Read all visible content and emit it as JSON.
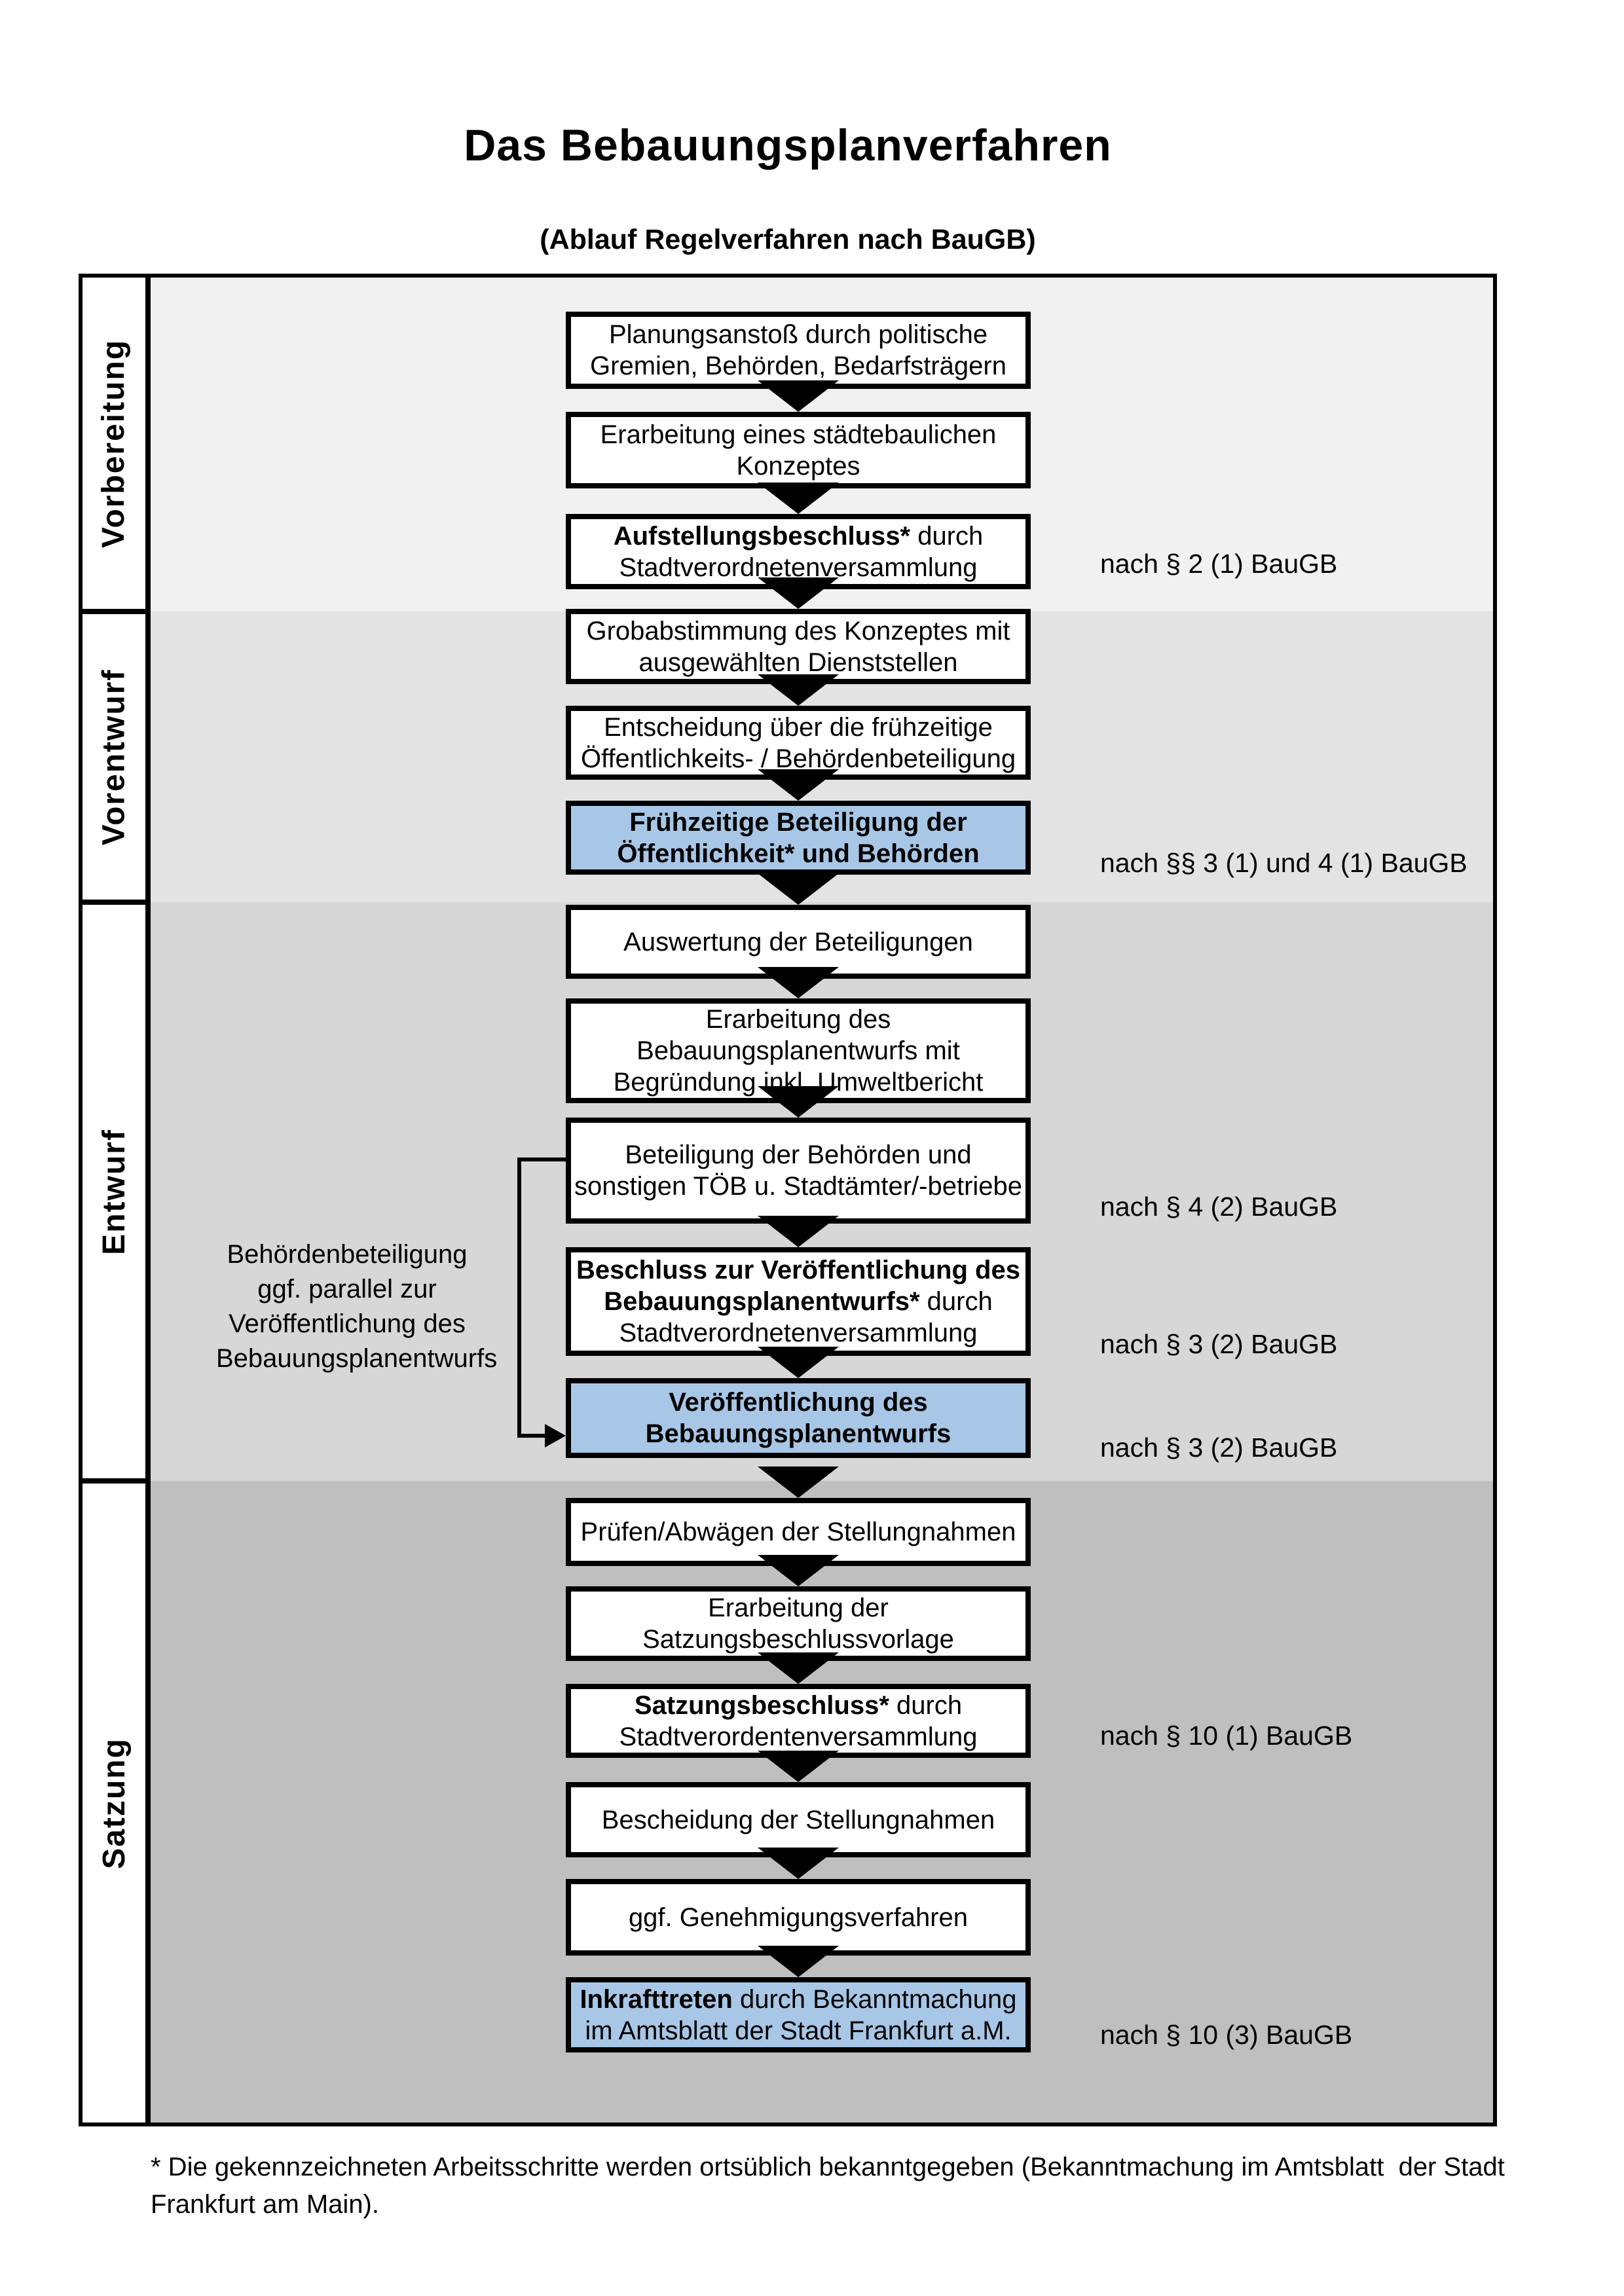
{
  "page_title": "Das Bebauungsplanverfahren",
  "subtitle": "(Ablauf Regelverfahren nach BauGB)",
  "phases": [
    {
      "label": "Vorbereitung",
      "background": "#f1f1f1"
    },
    {
      "label": "Vorentwurf",
      "background": "#e3e3e3"
    },
    {
      "label": "Entwurf",
      "background": "#d7d7d7"
    },
    {
      "label": "Satzung",
      "background": "#bfbfbf"
    }
  ],
  "colors": {
    "highlight_box": "#a8c7e7",
    "box_background": "#ffffff",
    "box_border": "#000000",
    "arrow": "#000000"
  },
  "flow": {
    "boxes": [
      {
        "id": "b1",
        "phase": "Vorbereitung",
        "variant": "white",
        "lines": [
          [
            {
              "text": "Planungsanstoß durch politische",
              "bold": false
            }
          ],
          [
            {
              "text": "Gremien, Behörden, Bedarfsträgern",
              "bold": false
            }
          ]
        ]
      },
      {
        "id": "b2",
        "phase": "Vorbereitung",
        "variant": "white",
        "lines": [
          [
            {
              "text": "Erarbeitung eines städtebaulichen",
              "bold": false
            }
          ],
          [
            {
              "text": "Konzeptes",
              "bold": false
            }
          ]
        ]
      },
      {
        "id": "b3",
        "phase": "Vorbereitung",
        "variant": "white",
        "lines": [
          [
            {
              "text": "Aufstellungsbeschluss*",
              "bold": true
            },
            {
              "text": " durch",
              "bold": false
            }
          ],
          [
            {
              "text": "Stadtverordnetenversammlung",
              "bold": false
            }
          ]
        ]
      },
      {
        "id": "b4",
        "phase": "Vorentwurf",
        "variant": "white",
        "lines": [
          [
            {
              "text": "Grobabstimmung des Konzeptes mit",
              "bold": false
            }
          ],
          [
            {
              "text": "ausgewählten Dienststellen",
              "bold": false
            }
          ]
        ]
      },
      {
        "id": "b5",
        "phase": "Vorentwurf",
        "variant": "white",
        "lines": [
          [
            {
              "text": "Entscheidung über die frühzeitige",
              "bold": false
            }
          ],
          [
            {
              "text": "Öffentlichkeits- / Behördenbeteiligung",
              "bold": false
            }
          ]
        ]
      },
      {
        "id": "b6",
        "phase": "Vorentwurf",
        "variant": "blue",
        "lines": [
          [
            {
              "text": "Frühzeitige Beteiligung der",
              "bold": true
            }
          ],
          [
            {
              "text": "Öffentlichkeit* und Behörden",
              "bold": true
            }
          ]
        ]
      },
      {
        "id": "b7",
        "phase": "Entwurf",
        "variant": "white",
        "lines": [
          [
            {
              "text": "Auswertung der Beteiligungen",
              "bold": false
            }
          ]
        ]
      },
      {
        "id": "b8",
        "phase": "Entwurf",
        "variant": "white",
        "lines": [
          [
            {
              "text": "Erarbeitung des",
              "bold": false
            }
          ],
          [
            {
              "text": "Bebauungsplanentwurfs mit",
              "bold": false
            }
          ],
          [
            {
              "text": "Begründung inkl. Umweltbericht",
              "bold": false
            }
          ]
        ]
      },
      {
        "id": "b9",
        "phase": "Entwurf",
        "variant": "white",
        "lines": [
          [
            {
              "text": "Beteiligung der Behörden und",
              "bold": false
            }
          ],
          [
            {
              "text": "sonstigen TÖB u. Stadtämter/-betriebe",
              "bold": false
            }
          ]
        ]
      },
      {
        "id": "b10",
        "phase": "Entwurf",
        "variant": "white",
        "lines": [
          [
            {
              "text": "Beschluss zur Veröffentlichung des",
              "bold": true
            }
          ],
          [
            {
              "text": "Bebauungsplanentwurfs*",
              "bold": true
            },
            {
              "text": " durch",
              "bold": false
            }
          ],
          [
            {
              "text": "Stadtverordnetenversammlung",
              "bold": false
            }
          ]
        ]
      },
      {
        "id": "b11",
        "phase": "Entwurf",
        "variant": "blue",
        "lines": [
          [
            {
              "text": "Veröffentlichung des",
              "bold": true
            }
          ],
          [
            {
              "text": "Bebauungsplanentwurfs",
              "bold": true
            }
          ]
        ]
      },
      {
        "id": "b12",
        "phase": "Satzung",
        "variant": "white",
        "lines": [
          [
            {
              "text": "Prüfen/Abwägen der Stellungnahmen",
              "bold": false
            }
          ]
        ]
      },
      {
        "id": "b13",
        "phase": "Satzung",
        "variant": "white",
        "lines": [
          [
            {
              "text": "Erarbeitung der",
              "bold": false
            }
          ],
          [
            {
              "text": "Satzungsbeschlussvorlage",
              "bold": false
            }
          ]
        ]
      },
      {
        "id": "b14",
        "phase": "Satzung",
        "variant": "white",
        "lines": [
          [
            {
              "text": "Satzungsbeschluss*",
              "bold": true
            },
            {
              "text": " durch",
              "bold": false
            }
          ],
          [
            {
              "text": "Stadtverordentenversammlung",
              "bold": false
            }
          ]
        ]
      },
      {
        "id": "b15",
        "phase": "Satzung",
        "variant": "white",
        "lines": [
          [
            {
              "text": "Bescheidung der Stellungnahmen",
              "bold": false
            }
          ]
        ]
      },
      {
        "id": "b16",
        "phase": "Satzung",
        "variant": "white",
        "lines": [
          [
            {
              "text": "ggf. Genehmigungsverfahren",
              "bold": false
            }
          ]
        ]
      },
      {
        "id": "b17",
        "phase": "Satzung",
        "variant": "blue",
        "lines": [
          [
            {
              "text": "Inkrafttreten",
              "bold": true
            },
            {
              "text": " durch Bekanntmachung",
              "bold": false
            }
          ],
          [
            {
              "text": "im Amtsblatt der Stadt Frankfurt a.M.",
              "bold": false
            }
          ]
        ]
      }
    ]
  },
  "references": [
    {
      "text": "nach § 2 (1) BauGB"
    },
    {
      "text": "nach §§ 3 (1) und 4 (1) BauGB"
    },
    {
      "text": "nach § 4 (2) BauGB"
    },
    {
      "text": "nach § 3 (2) BauGB"
    },
    {
      "text": "nach § 3 (2) BauGB"
    },
    {
      "text": "nach § 10 (1) BauGB"
    },
    {
      "text": "nach § 10 (3) BauGB"
    }
  ],
  "side_note": {
    "lines": [
      "Behördenbeteiligung",
      "ggf. parallel zur",
      "Veröffentlichung des",
      "Bebauungsplanentwurfs"
    ]
  },
  "footnote": "* Die gekennzeichneten Arbeitsschritte werden ortsüblich bekanntgegeben (Bekanntmachung im Amtsblatt  der Stadt Frankfurt am Main)."
}
